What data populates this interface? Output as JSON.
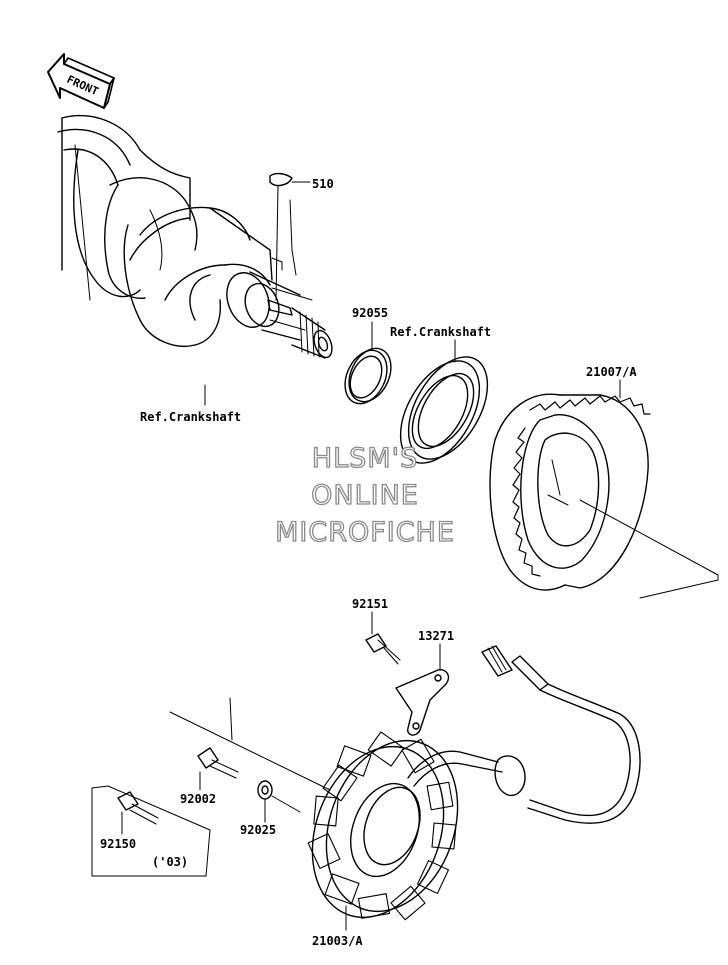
{
  "diagram": {
    "front_label": "FRONT",
    "parts": {
      "p510": "510",
      "p92055": "92055",
      "ref_crankshaft_upper": "Ref.Crankshaft",
      "ref_crankshaft_lower": "Ref.Crankshaft",
      "p21007A": "21007/A",
      "p92151": "92151",
      "p13271": "13271",
      "p92002": "92002",
      "p92025": "92025",
      "p92150": "92150",
      "p92150_note": "('03)",
      "p21003A": "21003/A"
    },
    "watermark": {
      "line1": "HLSM'S",
      "line2": "ONLINE",
      "line3": "MICROFICHE"
    }
  }
}
